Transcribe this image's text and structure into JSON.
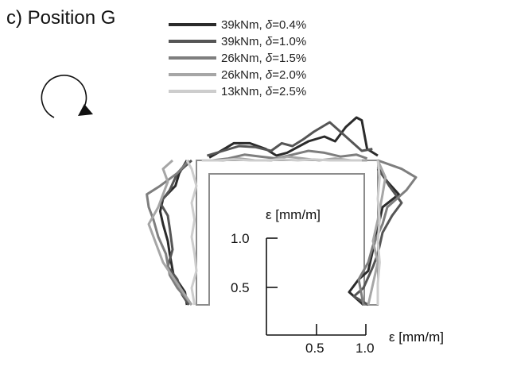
{
  "chart_data": {
    "type": "line",
    "title": "c) Position G",
    "scale_bar": {
      "x_label": "ε [mm/m]",
      "y_label": "ε [mm/m]",
      "x_ticks": [
        "0.5",
        "1.0"
      ],
      "y_ticks": [
        "0.5",
        "1.0"
      ]
    },
    "legend": [
      {
        "load": "39kNm",
        "delta_sym": "δ",
        "delta_val": "=0.4%",
        "color": "#2b2b2b"
      },
      {
        "load": "39kNm",
        "delta_sym": "δ",
        "delta_val": "=1.0%",
        "color": "#555555"
      },
      {
        "load": "26kNm",
        "delta_sym": "δ",
        "delta_val": "=1.5%",
        "color": "#7e7e7e"
      },
      {
        "load": "26kNm",
        "delta_sym": "δ",
        "delta_val": "=2.0%",
        "color": "#a6a6a6"
      },
      {
        "load": "13kNm",
        "delta_sym": "δ",
        "delta_val": "=2.5%",
        "color": "#cdcdcd"
      }
    ],
    "section": {
      "outer_color": "#8c8c8c",
      "inner_color": "#8c8c8c"
    },
    "units_per_mm_m": 120,
    "series": [
      {
        "color": "#2b2b2b",
        "left": [
          [
            0.1,
            0.0
          ],
          [
            0.12,
            0.15
          ],
          [
            0.24,
            0.35
          ],
          [
            0.28,
            0.6
          ],
          [
            0.3,
            0.75
          ],
          [
            0.35,
            0.95
          ],
          [
            0.38,
            1.1
          ],
          [
            0.35,
            1.25
          ],
          [
            0.22,
            1.4
          ],
          [
            0.18,
            1.55
          ],
          [
            0.1,
            1.7
          ]
        ],
        "top": [
          [
            0.12,
            0.03
          ],
          [
            0.2,
            0.08
          ],
          [
            0.35,
            0.18
          ],
          [
            0.5,
            0.18
          ],
          [
            0.65,
            0.12
          ],
          [
            0.75,
            0.05
          ],
          [
            0.85,
            0.08
          ],
          [
            0.95,
            0.14
          ],
          [
            1.05,
            0.2
          ],
          [
            1.2,
            0.25
          ],
          [
            1.3,
            0.2
          ],
          [
            1.4,
            0.35
          ],
          [
            1.5,
            0.45
          ],
          [
            1.55,
            0.42
          ],
          [
            1.6,
            0.12
          ],
          [
            1.7,
            0.05
          ]
        ],
        "right": [
          [
            0.0,
            0.1
          ],
          [
            0.1,
            0.25
          ],
          [
            0.22,
            0.4
          ],
          [
            0.05,
            0.55
          ],
          [
            0.0,
            0.8
          ],
          [
            -0.05,
            1.05
          ],
          [
            -0.1,
            1.3
          ],
          [
            -0.2,
            1.4
          ],
          [
            -0.3,
            1.55
          ],
          [
            -0.2,
            1.65
          ],
          [
            -0.15,
            1.7
          ]
        ]
      },
      {
        "color": "#555555",
        "left": [
          [
            0.08,
            0.0
          ],
          [
            0.15,
            0.12
          ],
          [
            0.2,
            0.3
          ],
          [
            0.3,
            0.45
          ],
          [
            0.25,
            0.65
          ],
          [
            0.28,
            0.9
          ],
          [
            0.3,
            1.05
          ],
          [
            0.38,
            1.2
          ],
          [
            0.28,
            1.35
          ],
          [
            0.2,
            1.55
          ],
          [
            0.05,
            1.7
          ]
        ],
        "top": [
          [
            0.1,
            0.05
          ],
          [
            0.25,
            0.1
          ],
          [
            0.4,
            0.15
          ],
          [
            0.55,
            0.14
          ],
          [
            0.7,
            0.1
          ],
          [
            0.8,
            0.18
          ],
          [
            0.9,
            0.15
          ],
          [
            1.0,
            0.22
          ],
          [
            1.1,
            0.3
          ],
          [
            1.25,
            0.4
          ],
          [
            1.35,
            0.3
          ],
          [
            1.45,
            0.2
          ],
          [
            1.55,
            0.1
          ],
          [
            1.65,
            0.12
          ]
        ],
        "right": [
          [
            0.0,
            0.08
          ],
          [
            0.12,
            0.3
          ],
          [
            0.25,
            0.5
          ],
          [
            0.15,
            0.65
          ],
          [
            0.05,
            0.85
          ],
          [
            0.0,
            1.1
          ],
          [
            -0.05,
            1.25
          ],
          [
            -0.15,
            1.5
          ],
          [
            -0.25,
            1.6
          ],
          [
            -0.1,
            1.7
          ]
        ]
      },
      {
        "color": "#7e7e7e",
        "left": [
          [
            0.05,
            0.0
          ],
          [
            0.2,
            0.2
          ],
          [
            0.28,
            0.35
          ],
          [
            0.32,
            0.6
          ],
          [
            0.4,
            0.8
          ],
          [
            0.45,
            1.0
          ],
          [
            0.5,
            1.15
          ],
          [
            0.52,
            1.3
          ],
          [
            0.38,
            1.4
          ],
          [
            0.2,
            1.55
          ],
          [
            0.08,
            1.7
          ]
        ],
        "top": [
          [
            0.15,
            0.0
          ],
          [
            0.3,
            0.02
          ],
          [
            0.45,
            0.06
          ],
          [
            0.6,
            0.04
          ],
          [
            0.75,
            0.02
          ],
          [
            0.9,
            0.06
          ],
          [
            1.05,
            0.1
          ],
          [
            1.2,
            0.08
          ],
          [
            1.35,
            0.04
          ],
          [
            1.5,
            0.06
          ],
          [
            1.6,
            0.02
          ]
        ],
        "right": [
          [
            0.0,
            0.0
          ],
          [
            0.25,
            0.1
          ],
          [
            0.4,
            0.2
          ],
          [
            0.3,
            0.35
          ],
          [
            0.1,
            0.55
          ],
          [
            0.05,
            0.75
          ],
          [
            -0.05,
            1.0
          ],
          [
            -0.1,
            1.2
          ],
          [
            -0.2,
            1.4
          ],
          [
            -0.15,
            1.7
          ]
        ]
      },
      {
        "color": "#a6a6a6",
        "left": [
          [
            0.05,
            0.0
          ],
          [
            0.2,
            0.25
          ],
          [
            0.35,
            0.5
          ],
          [
            0.45,
            0.8
          ],
          [
            0.5,
            0.95
          ],
          [
            0.4,
            1.15
          ],
          [
            0.35,
            1.3
          ],
          [
            0.3,
            1.45
          ],
          [
            0.35,
            1.6
          ],
          [
            0.25,
            1.7
          ]
        ],
        "top": [
          [
            0.1,
            0.0
          ],
          [
            0.25,
            0.0
          ],
          [
            0.4,
            0.02
          ],
          [
            0.55,
            0.0
          ],
          [
            0.7,
            0.0
          ],
          [
            0.85,
            0.04
          ],
          [
            1.0,
            0.02
          ],
          [
            1.15,
            0.0
          ],
          [
            1.3,
            0.02
          ],
          [
            1.45,
            0.0
          ],
          [
            1.6,
            0.0
          ]
        ],
        "right": [
          [
            0.0,
            0.0
          ],
          [
            0.08,
            0.2
          ],
          [
            0.05,
            0.4
          ],
          [
            0.0,
            0.7
          ],
          [
            -0.05,
            0.95
          ],
          [
            0.0,
            1.2
          ],
          [
            -0.05,
            1.45
          ],
          [
            -0.1,
            1.7
          ]
        ]
      },
      {
        "color": "#cdcdcd",
        "left": [
          [
            0.02,
            0.0
          ],
          [
            0.05,
            0.2
          ],
          [
            0.0,
            0.4
          ],
          [
            0.02,
            0.6
          ],
          [
            0.05,
            0.8
          ],
          [
            0.02,
            1.0
          ],
          [
            0.05,
            1.2
          ],
          [
            0.0,
            1.4
          ],
          [
            0.05,
            1.6
          ],
          [
            0.1,
            1.7
          ]
        ],
        "top": [
          [
            0.05,
            0.0
          ],
          [
            0.2,
            0.0
          ],
          [
            0.35,
            0.01
          ],
          [
            0.5,
            0.0
          ],
          [
            0.65,
            0.0
          ],
          [
            0.8,
            0.01
          ],
          [
            0.95,
            0.0
          ],
          [
            1.1,
            0.01
          ],
          [
            1.25,
            0.0
          ],
          [
            1.4,
            0.0
          ],
          [
            1.55,
            0.0
          ]
        ],
        "right": [
          [
            0.0,
            0.0
          ],
          [
            0.02,
            0.2
          ],
          [
            0.0,
            0.45
          ],
          [
            0.02,
            0.7
          ],
          [
            0.0,
            0.95
          ],
          [
            0.02,
            1.2
          ],
          [
            0.0,
            1.45
          ],
          [
            0.0,
            1.7
          ]
        ]
      }
    ]
  }
}
